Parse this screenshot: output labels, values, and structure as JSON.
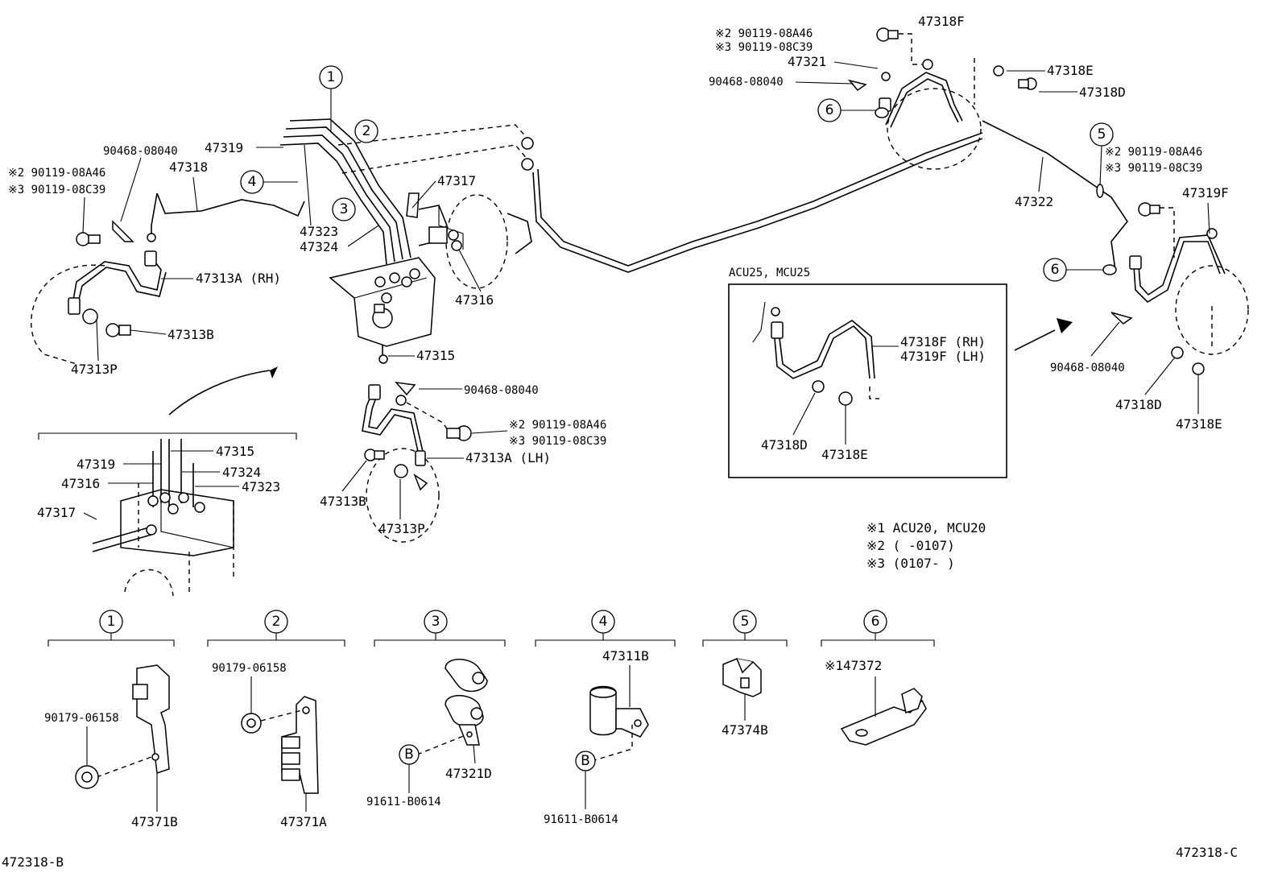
{
  "diagram_codes": {
    "left": "472318-B",
    "right": "472318-C"
  },
  "callouts": [
    "1",
    "2",
    "3",
    "4",
    "5",
    "6"
  ],
  "parts": {
    "p47318F": "47318F",
    "p47318E": "47318E",
    "p47318D": "47318D",
    "p47321": "47321",
    "p90468": "90468-08040",
    "p90119_2": "※2 90119-08A46",
    "p90119_3": "※3 90119-08C39",
    "p47319": "47319",
    "p47318": "47318",
    "p47317": "47317",
    "p47323": "47323",
    "p47324": "47324",
    "p47316": "47316",
    "p47315": "47315",
    "p47313A_RH": "47313A (RH)",
    "p47313A_LH": "47313A (LH)",
    "p47313B": "47313B",
    "p47313P": "47313P",
    "p47322": "47322",
    "p47319F": "47319F",
    "p47318F_RH": "47318F (RH)",
    "p47319F_LH": "47319F (LH)",
    "p47371B": "47371B",
    "p47371A": "47371A",
    "p90179": "90179-06158",
    "p47321D": "47321D",
    "p91611": "91611-B0614",
    "p47311B": "47311B",
    "p47374B": "47374B",
    "p147372": "※147372",
    "bolt_b": "B"
  },
  "inset": {
    "title": "ACU25, MCU25"
  },
  "notes": {
    "n1": "※1 ACU20, MCU20",
    "n2": "※2 (     -0107)",
    "n3": "※3 (0107-     )"
  }
}
